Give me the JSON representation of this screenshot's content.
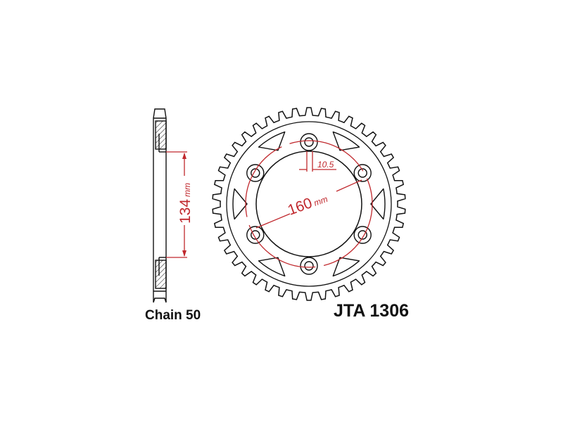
{
  "chain_label": "Chain 50",
  "part_number": "JTA 1306",
  "dimensions": {
    "center_bore": "134",
    "center_bore_unit": "mm",
    "bolt_circle": "160",
    "bolt_circle_unit": "mm",
    "bolt_hole": "10.5"
  },
  "sprocket": {
    "teeth": 42,
    "bolts": 6
  },
  "colors": {
    "line": "#111111",
    "dimension": "#c0282d"
  }
}
